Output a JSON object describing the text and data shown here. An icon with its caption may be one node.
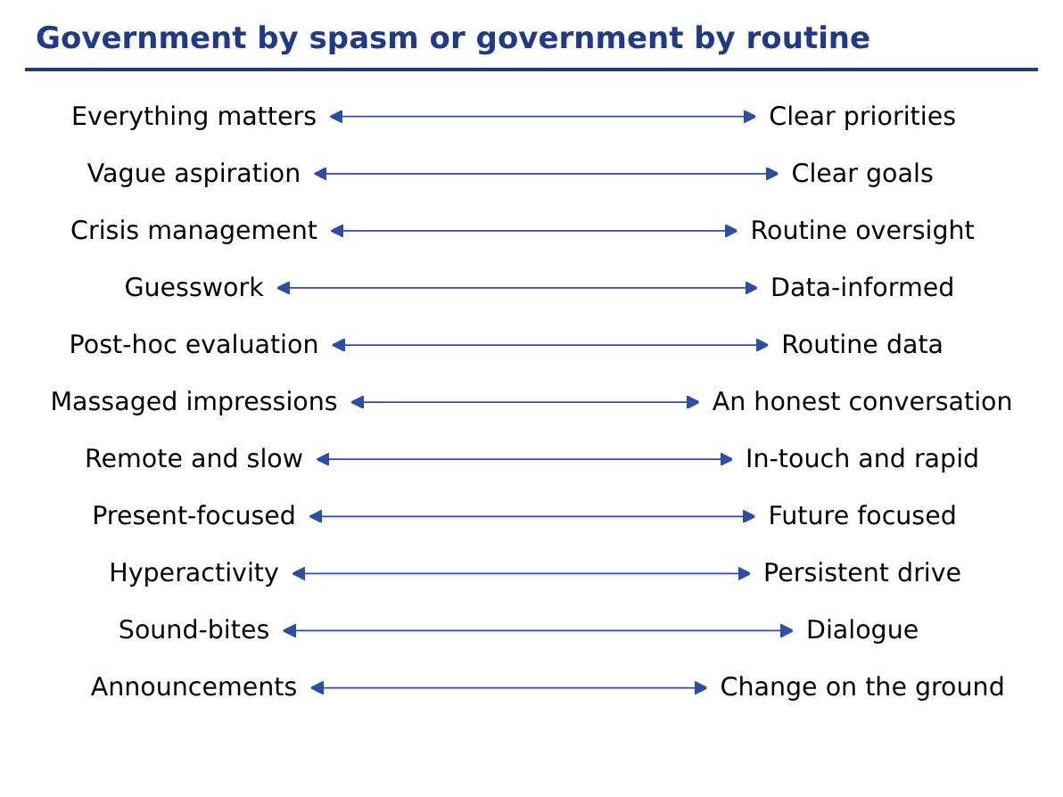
{
  "diagram": {
    "title": "Government by spasm or government by routine",
    "nodes": [
      {
        "text": [
          "Everything matters"
        ]
      },
      {
        "text": [
          "Clear priorities"
        ]
      },
      {
        "text": [
          "Vague aspiration"
        ]
      },
      {
        "text": [
          "Clear goals"
        ]
      },
      {
        "text": [
          "Crisis management"
        ]
      },
      {
        "text": [
          "Routine oversight"
        ]
      },
      {
        "text": [
          "Guesswork"
        ]
      },
      {
        "text": [
          "Data-informed"
        ]
      },
      {
        "text": [
          "Post-hoc evaluation"
        ]
      },
      {
        "text": [
          "Routine data"
        ]
      },
      {
        "text": [
          "Massaged impressions"
        ]
      },
      {
        "text": [
          "An honest conversation"
        ]
      },
      {
        "text": [
          "Remote and slow"
        ]
      },
      {
        "text": [
          "In-touch and rapid"
        ]
      },
      {
        "text": [
          "Present-focused"
        ]
      },
      {
        "text": [
          "Future focused"
        ]
      },
      {
        "text": [
          "Hyperactivity"
        ]
      },
      {
        "text": [
          "Persistent drive"
        ]
      },
      {
        "text": [
          "Sound-bites"
        ]
      },
      {
        "text": [
          "Dialogue"
        ]
      },
      {
        "text": [
          "Announcements"
        ]
      },
      {
        "text": [
          "Change on the ground"
        ]
      }
    ],
    "edges": [
      {
        "from": 0,
        "to": 1,
        "arrow": "both"
      },
      {
        "from": 2,
        "to": 3,
        "arrow": "both"
      },
      {
        "from": 4,
        "to": 5,
        "arrow": "both"
      },
      {
        "from": 6,
        "to": 7,
        "arrow": "both"
      },
      {
        "from": 8,
        "to": 9,
        "arrow": "both"
      },
      {
        "from": 10,
        "to": 11,
        "arrow": "both"
      },
      {
        "from": 12,
        "to": 13,
        "arrow": "both"
      },
      {
        "from": 14,
        "to": 15,
        "arrow": "both"
      },
      {
        "from": 16,
        "to": 17,
        "arrow": "both"
      },
      {
        "from": 18,
        "to": 19,
        "arrow": "both"
      },
      {
        "from": 20,
        "to": 21,
        "arrow": "both"
      }
    ]
  }
}
